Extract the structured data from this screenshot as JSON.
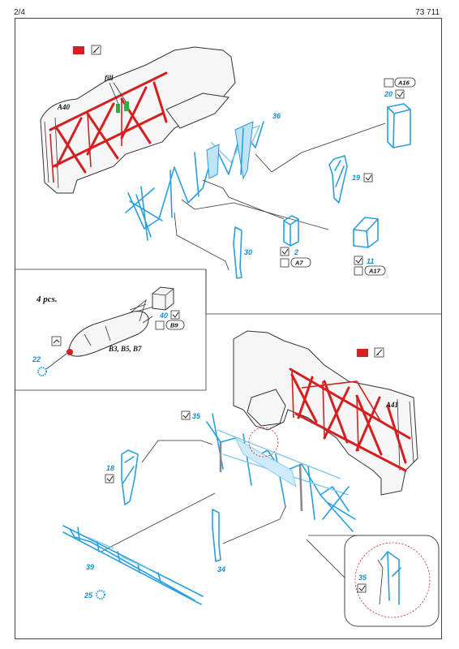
{
  "header": {
    "page": "2/4",
    "kit": "73 711"
  },
  "sections": {
    "top": {
      "part_label": "A40",
      "fill_note": "fill",
      "parts": [
        "36",
        "20",
        "19",
        "2",
        "11",
        "30"
      ],
      "codes": {
        "a16": "A16",
        "a7": "A7",
        "a17": "A17"
      }
    },
    "inset": {
      "count_note": "4 pcs.",
      "bomb_label": "B3, B5, B7",
      "parts": [
        "40",
        "22"
      ],
      "codes": {
        "b9": "B9"
      }
    },
    "bottom": {
      "part_label": "A41",
      "parts": [
        "35",
        "18",
        "39",
        "25",
        "34"
      ],
      "detail_part": "35"
    }
  },
  "colors": {
    "photoetch": "#2a9fdd",
    "paint_red": "#d42020",
    "fill_green": "#2fae3e",
    "frame": "#444444"
  },
  "icons": [
    "red-paint-swatch-icon",
    "brush-icon",
    "check-icon",
    "glue-icon",
    "bend-icon"
  ]
}
